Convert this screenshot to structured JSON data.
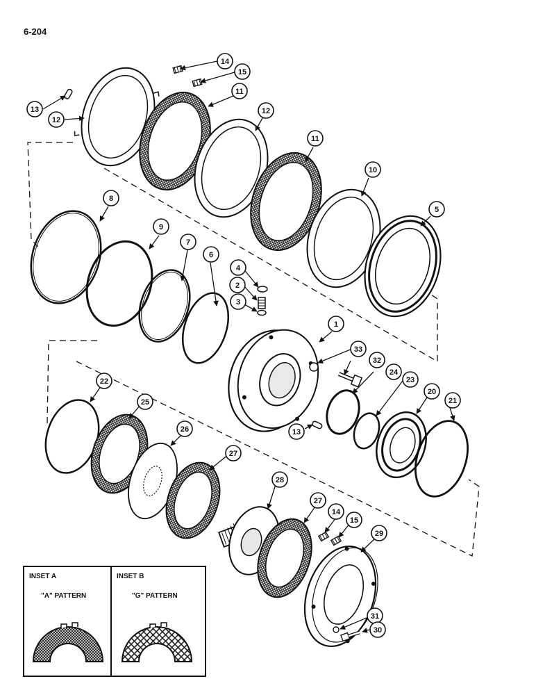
{
  "page_number": "6-204",
  "callouts": {
    "c1": "1",
    "c2": "2",
    "c3": "3",
    "c4": "4",
    "c5": "5",
    "c6": "6",
    "c7": "7",
    "c8": "8",
    "c9": "9",
    "c10": "10",
    "c11a": "11",
    "c11b": "11",
    "c12a": "12",
    "c12b": "12",
    "c13a": "13",
    "c13b": "13",
    "c14a": "14",
    "c14b": "14",
    "c15a": "15",
    "c15b": "15",
    "c20": "20",
    "c21": "21",
    "c22": "22",
    "c23": "23",
    "c24": "24",
    "c25": "25",
    "c26": "26",
    "c27a": "27",
    "c27b": "27",
    "c28": "28",
    "c29": "29",
    "c30": "30",
    "c31": "31",
    "c32": "32",
    "c33": "33"
  },
  "insets": {
    "a_title": "INSET A",
    "a_pattern": "\"A\" PATTERN",
    "b_title": "INSET B",
    "b_pattern": "\"G\" PATTERN"
  },
  "colors": {
    "ink": "#111111",
    "paper": "#ffffff",
    "friction": "#3a3a3a"
  }
}
